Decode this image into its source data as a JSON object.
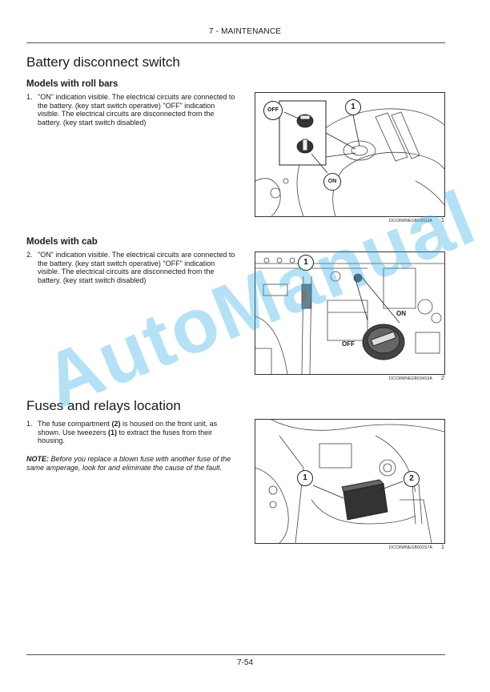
{
  "header": {
    "section": "7 - MAINTENANCE"
  },
  "sections": [
    {
      "title": "Battery disconnect switch",
      "subsections": [
        {
          "heading": "Models with roll bars",
          "item_number": "1.",
          "item_text": "\"ON\" indication visible. The electrical circuits are connected to the battery. (key start switch operative) \"OFF\" indication visible. The electrical circuits are disconnected from the battery. (key start switch disabled)",
          "figure": {
            "code": "DCCRWNEGB035S3A",
            "number": "1",
            "callouts": [
              "OFF",
              "1",
              "ON"
            ]
          }
        },
        {
          "heading": "Models with cab",
          "item_number": "2.",
          "item_text": "\"ON\" indication visible. The electrical circuits are connected to the battery. (key start switch operative) \"OFF\" indication visible. The electrical circuits are disconnected from the battery. (key start switch disabled)",
          "figure": {
            "code": "DCCRWNEGB034S3A",
            "number": "2",
            "callouts": [
              "1",
              "ON",
              "OFF"
            ]
          }
        }
      ]
    },
    {
      "title": "Fuses and relays location",
      "item_number": "1.",
      "item_text_parts": [
        "The fuse compartment ",
        "(2)",
        " is housed on the front unit, as shown. Use tweezers ",
        "(1)",
        " to extract the fuses from their housing."
      ],
      "note_label": "NOTE:",
      "note_text": " Before you replace a blown fuse with another fuse of the same amperage, look for and eliminate the cause of the fault.",
      "figure": {
        "code": "DCCRWNEGB002S7A",
        "number": "1",
        "callouts": [
          "1",
          "2"
        ]
      }
    }
  ],
  "watermark": "AutoManual",
  "footer": {
    "page_number": "7-54"
  }
}
